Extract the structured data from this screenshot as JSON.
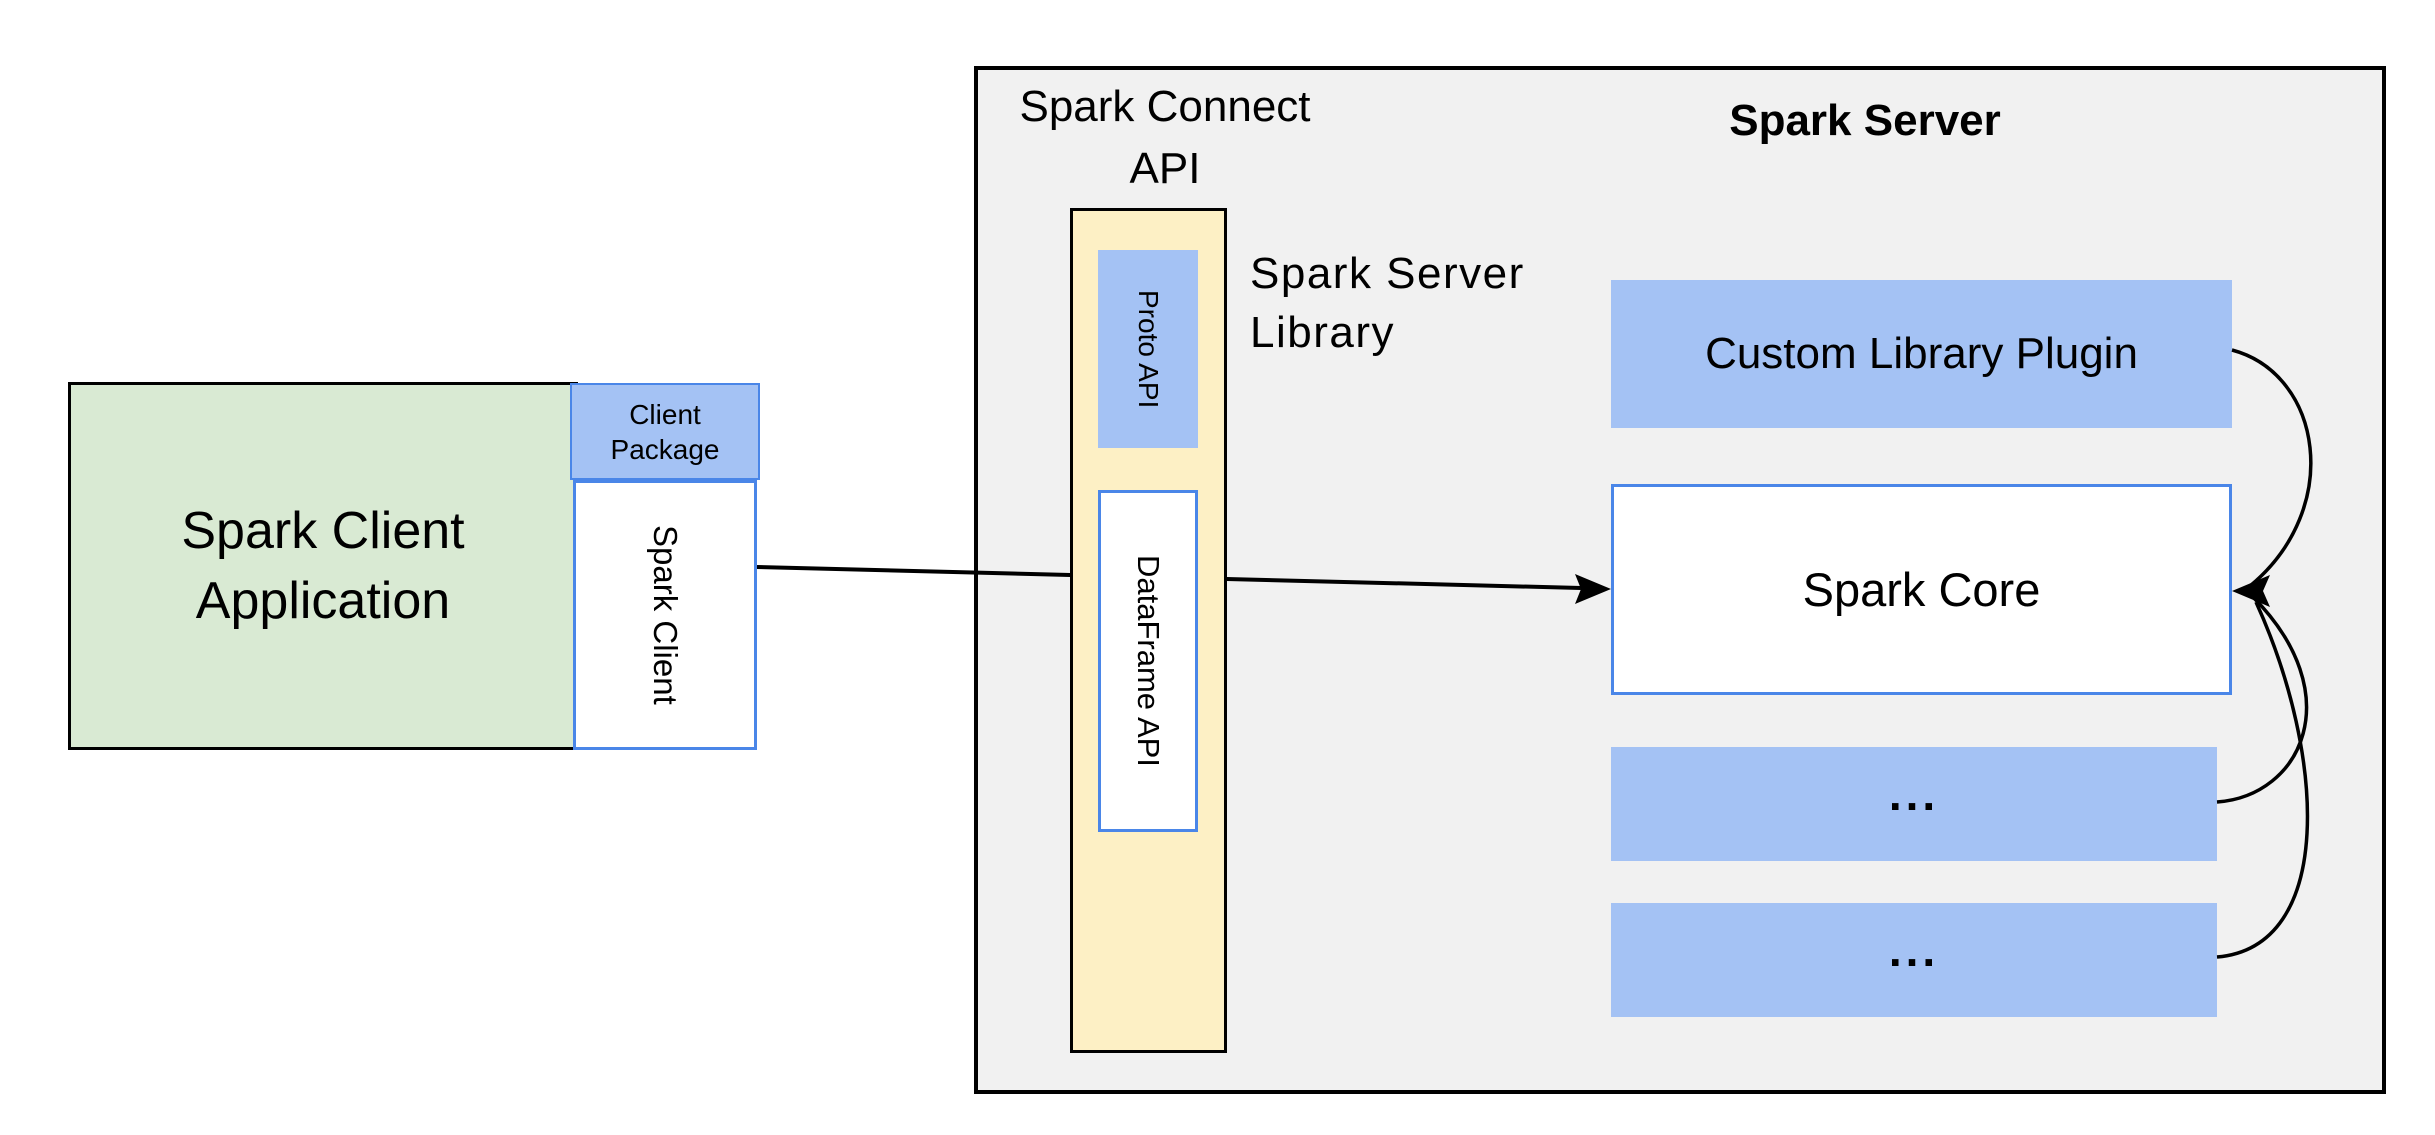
{
  "client": {
    "app_line1": "Spark Client",
    "app_line2": "Application",
    "package_line1": "Client",
    "package_line2": "Package",
    "spark_client_label": "Spark Client"
  },
  "connect": {
    "api_line1": "Spark Connect",
    "api_line2": "API",
    "proto_api_label": "Proto API",
    "dataframe_api_label": "DataFrame API",
    "library_line1": "Spark Server",
    "library_line2": "Library"
  },
  "server": {
    "title": "Spark Server",
    "plugin_label": "Custom Library Plugin",
    "core_label": "Spark Core",
    "ellipsis": "..."
  },
  "colors": {
    "box_blue": "#a4c2f4",
    "border_blue": "#4a86e8",
    "green": "#d9ead3",
    "yellow": "#fdf0c5",
    "panel_gray": "#f1f1f1",
    "line": "#000000"
  }
}
